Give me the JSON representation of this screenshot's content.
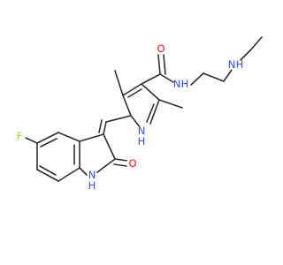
{
  "molecule": {
    "atoms": {
      "amide_o": {
        "label": "O",
        "color": "#ff0d0d"
      },
      "amide_nh": {
        "label": "N",
        "sub": "H",
        "color": "#3050f8"
      },
      "amine_nh": {
        "label": "N",
        "sub": "H",
        "color": "#3050f8"
      },
      "pyrrole_nh": {
        "label": "N",
        "sub": "H",
        "color": "#3050f8"
      },
      "fluorine": {
        "label": "F",
        "color": "#90e050"
      },
      "oxindole_o": {
        "label": "O",
        "color": "#ff0d0d"
      },
      "oxindole_nh": {
        "label": "N",
        "sub": "H",
        "color": "#3050f8"
      }
    },
    "bond_color": "#2f2f2f"
  }
}
